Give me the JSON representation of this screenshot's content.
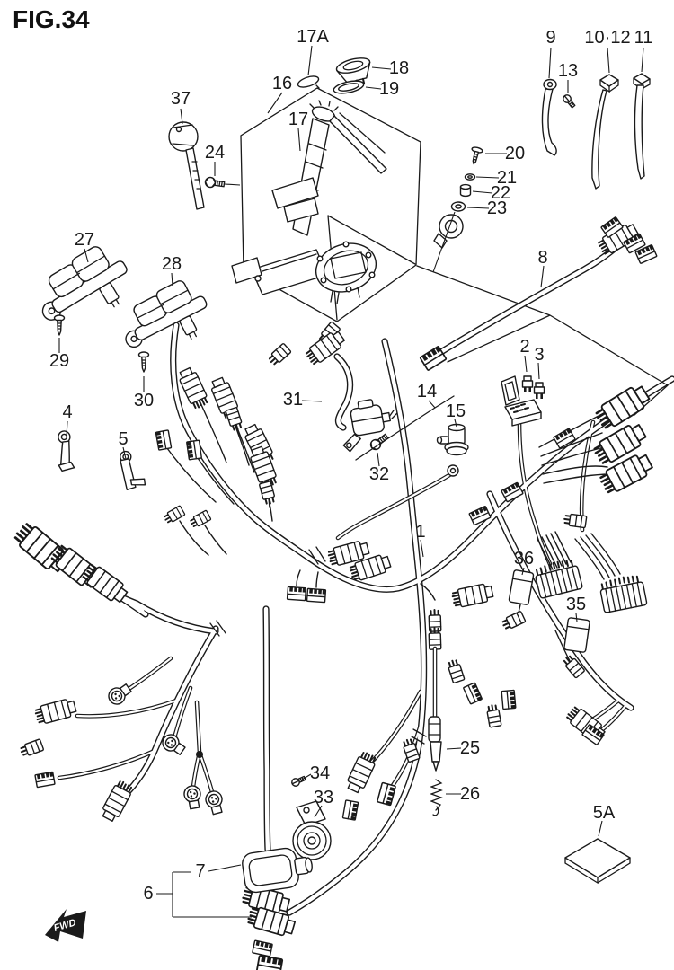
{
  "figure": {
    "title": "FIG.34"
  },
  "direction_marker": {
    "label": "FWD"
  },
  "colors": {
    "line": "#1a1a1a",
    "background": "#ffffff"
  },
  "callouts": {
    "k1": {
      "label": "1"
    },
    "k2": {
      "label": "2"
    },
    "k3": {
      "label": "3"
    },
    "k4": {
      "label": "4"
    },
    "k5": {
      "label": "5"
    },
    "k5A": {
      "label": "5A"
    },
    "k6": {
      "label": "6"
    },
    "k7": {
      "label": "7"
    },
    "k8": {
      "label": "8"
    },
    "k9": {
      "label": "9"
    },
    "k10_12": {
      "label": "10·12"
    },
    "k11": {
      "label": "11"
    },
    "k13": {
      "label": "13"
    },
    "k14": {
      "label": "14"
    },
    "k15": {
      "label": "15"
    },
    "k16": {
      "label": "16"
    },
    "k17": {
      "label": "17"
    },
    "k17A": {
      "label": "17A"
    },
    "k18": {
      "label": "18"
    },
    "k19": {
      "label": "19"
    },
    "k20": {
      "label": "20"
    },
    "k21": {
      "label": "21"
    },
    "k22": {
      "label": "22"
    },
    "k23": {
      "label": "23"
    },
    "k24": {
      "label": "24"
    },
    "k25": {
      "label": "25"
    },
    "k26": {
      "label": "26"
    },
    "k27": {
      "label": "27"
    },
    "k28": {
      "label": "28"
    },
    "k29": {
      "label": "29"
    },
    "k30": {
      "label": "30"
    },
    "k31": {
      "label": "31"
    },
    "k32": {
      "label": "32"
    },
    "k33": {
      "label": "33"
    },
    "k34": {
      "label": "34"
    },
    "k35": {
      "label": "35"
    },
    "k36": {
      "label": "36"
    },
    "k37": {
      "label": "37"
    }
  }
}
